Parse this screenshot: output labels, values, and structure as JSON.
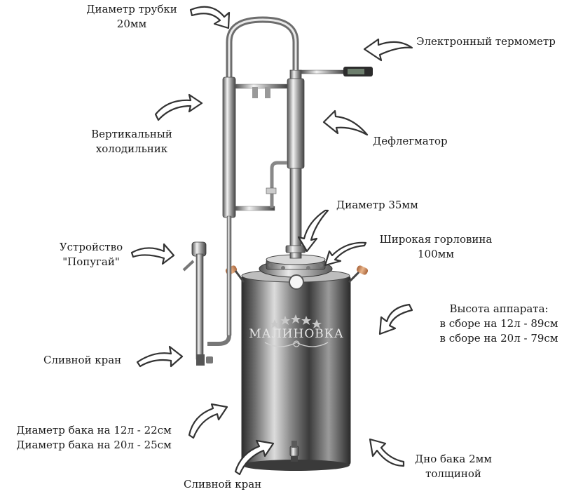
{
  "labels": {
    "tube_diameter": [
      "Диаметр трубки",
      "20мм"
    ],
    "thermometer": "Электронный термометр",
    "vertical_cooler": [
      "Вертикальный",
      "холодильник"
    ],
    "dephlegmator": "Дефлегматор",
    "column_diameter": "Диаметр 35мм",
    "wide_neck": [
      "Широкая горловина",
      "100мм"
    ],
    "parrot": [
      "Устройство",
      "\"Попугай\""
    ],
    "height": [
      "Высота аппарата:",
      "в сборе на 12л - 89см",
      "в сборе на 20л - 79см"
    ],
    "drain_valve_left": "Сливной кран",
    "tank_diameter": [
      "Диаметр бака на 12л - 22см",
      "Диаметр бака на 20л - 25см"
    ],
    "bottom": [
      "Дно бака  2мм",
      "толщиной"
    ],
    "drain_valve_bottom": "Сливной кран"
  },
  "brand": "МАЛИНОВКА",
  "colors": {
    "text": "#1a1a1a",
    "steel_dark": "#3a3a3a",
    "steel_light": "#e8e8e8",
    "handle": "#c98a5a"
  },
  "icons": [
    "curved-arrow-icon"
  ]
}
